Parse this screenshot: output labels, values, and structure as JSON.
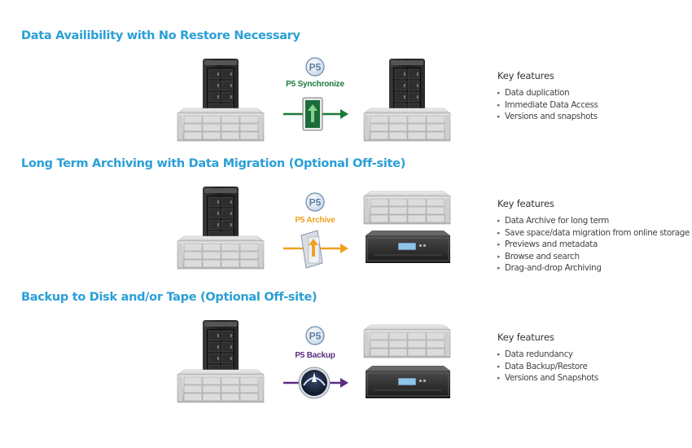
{
  "sections": [
    {
      "title": "Data Availibility with No Restore Necessary",
      "mode_label": "P5 Synchronize",
      "mode_color": "#1a7a3a",
      "features_heading": "Key features",
      "features": [
        "Data duplication",
        "Immediate Data Access",
        "Versions and snapshots"
      ]
    },
    {
      "title": "Long Term Archiving with Data Migration (Optional Off-site)",
      "mode_label": "P5 Archive",
      "mode_color": "#f0a020",
      "features_heading": "Key features",
      "features": [
        "Data Archive for long term",
        "Save space/data migration from online storage",
        "Previews and metadata",
        "Browse and search",
        "Drag-and-drop Archiving"
      ]
    },
    {
      "title": "Backup to Disk and/or Tape (Optional Off-site)",
      "mode_label": "P5 Backup",
      "mode_color": "#5a2d82",
      "features_heading": "Key features",
      "features": [
        "Data redundancy",
        "Data Backup/Restore",
        "Versions and Snapshots"
      ]
    }
  ],
  "logo_text": "P5",
  "icons": {
    "tower": "nas-tower-icon",
    "rack": "rack-storage-icon",
    "tape": "tape-library-icon",
    "logo": "p5-logo-icon",
    "sync": "synchronize-icon",
    "archive": "archive-icon",
    "backup": "backup-icon"
  }
}
